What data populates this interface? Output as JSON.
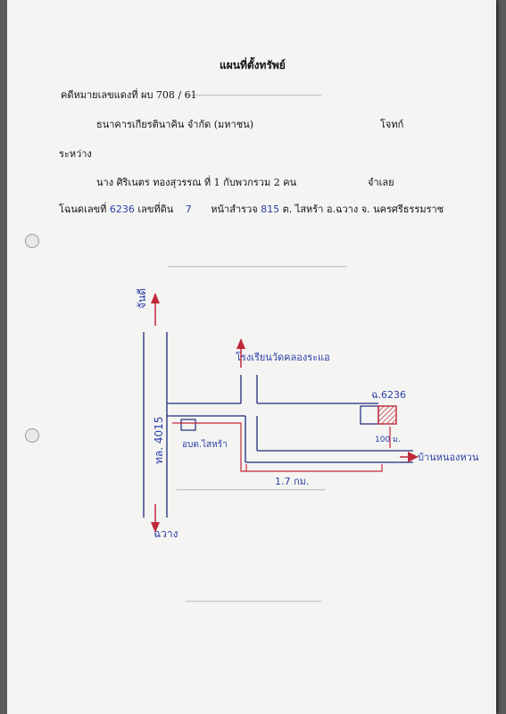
{
  "header": {
    "title": "แผนที่ตั้งทรัพย์",
    "case_number": "คดีหมายเลขแดงที่ ผบ 708 / 61"
  },
  "parties": {
    "plaintiff": "ธนาคารเกียรตินาคิน จำกัด (มหาชน)",
    "plaintiff_role": "โจทก์",
    "between": "ระหว่าง",
    "defendant": "นาง ศิริเนตร ทองสุวรรณ ที่ 1 กับพวกรวม 2 คน",
    "defendant_role": "จำเลย"
  },
  "deed": {
    "label_deed": "โฉนดเลขที่",
    "deed_no": "6236",
    "label_land": "เลขที่ดิน",
    "land_no": "7",
    "label_survey": "หน้าสำรวจ",
    "survey_no": "815",
    "location": "ต. ไสหร้า อ.ฉวาง จ. นครศรีธรรมราช"
  },
  "map": {
    "north_dest": "จันดี",
    "south_dest": "ฉวาง",
    "highway": "ทล. 4015",
    "school": "โรงเรียนวัดคลองระแอ",
    "office": "อบต.ไสหร้า",
    "plot_label": "ฉ.6236",
    "plot_distance": "100 ม.",
    "road_distance": "1.7 กม.",
    "village": "บ้านหนองหวน"
  },
  "colors": {
    "ink_blue": "#2b3fa8",
    "ink_red": "#c0283a",
    "road_line": "#1d2a7a"
  }
}
